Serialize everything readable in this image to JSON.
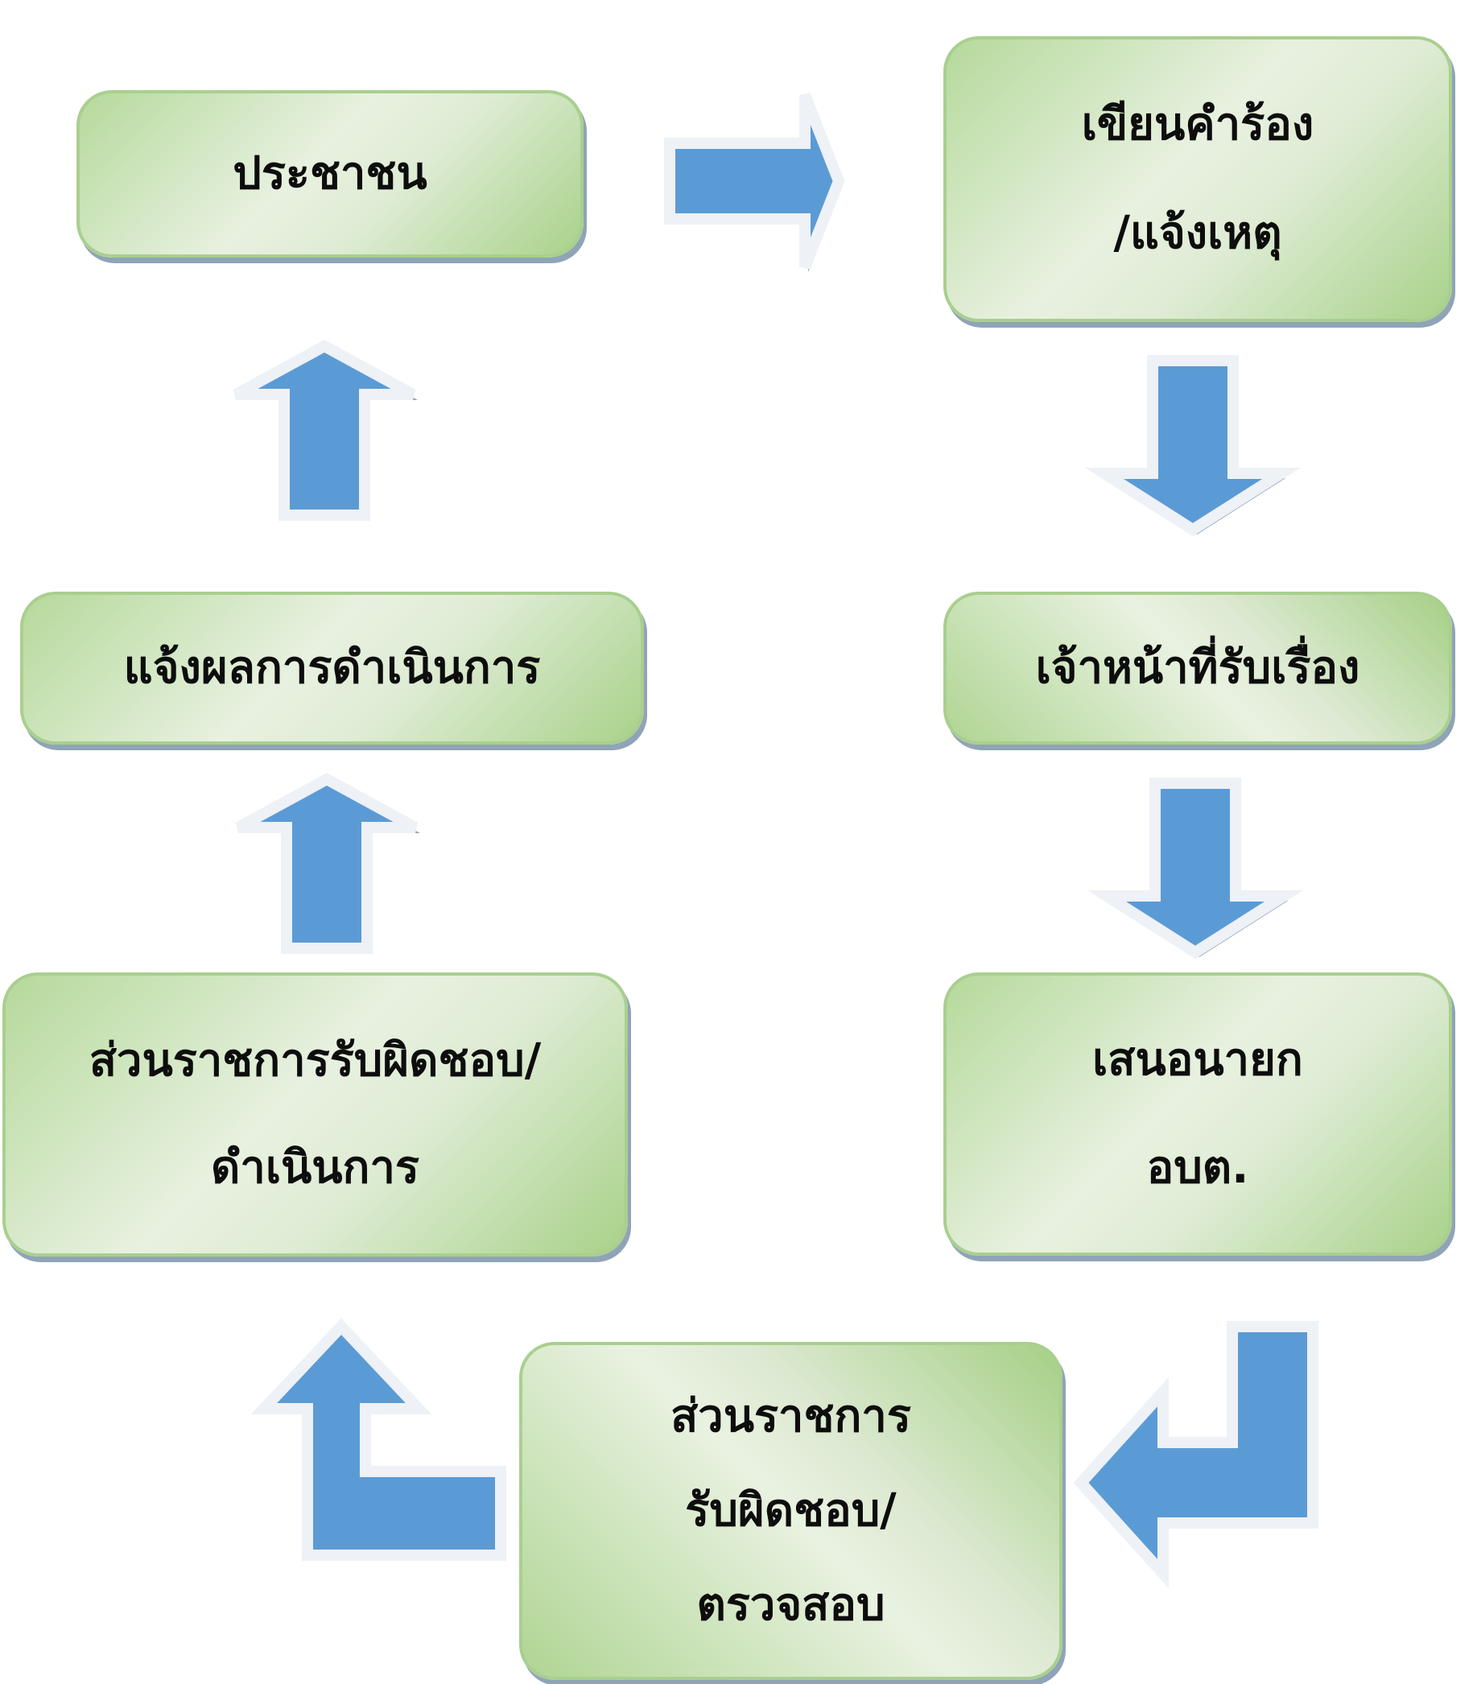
{
  "flowchart": {
    "steps": {
      "citizen": {
        "lines": [
          "ประชาชน"
        ]
      },
      "write_request": {
        "lines": [
          "เขียนคำร้อง",
          "/แจ้งเหตุ"
        ]
      },
      "officer": {
        "lines": [
          "เจ้าหน้าที่รับเรื่อง"
        ]
      },
      "propose": {
        "lines": [
          "เสนอนายก",
          "อบต."
        ]
      },
      "inspect": {
        "lines": [
          "ส่วนราชการ",
          "รับผิดชอบ/",
          "ตรวจสอบ"
        ]
      },
      "operate": {
        "lines": [
          "ส่วนราชการรับผิดชอบ/",
          "ดำเนินการ"
        ]
      },
      "report": {
        "lines": [
          "แจ้งผลการดำเนินการ"
        ]
      }
    }
  },
  "colors": {
    "box_light": "#e8f1e0",
    "box_green": "#a8d28a",
    "box_border": "#a9cf8f",
    "arrow_fill": "#5b9bd5",
    "arrow_outline": "#eef1f6",
    "shadow": "#8fa4b6"
  }
}
